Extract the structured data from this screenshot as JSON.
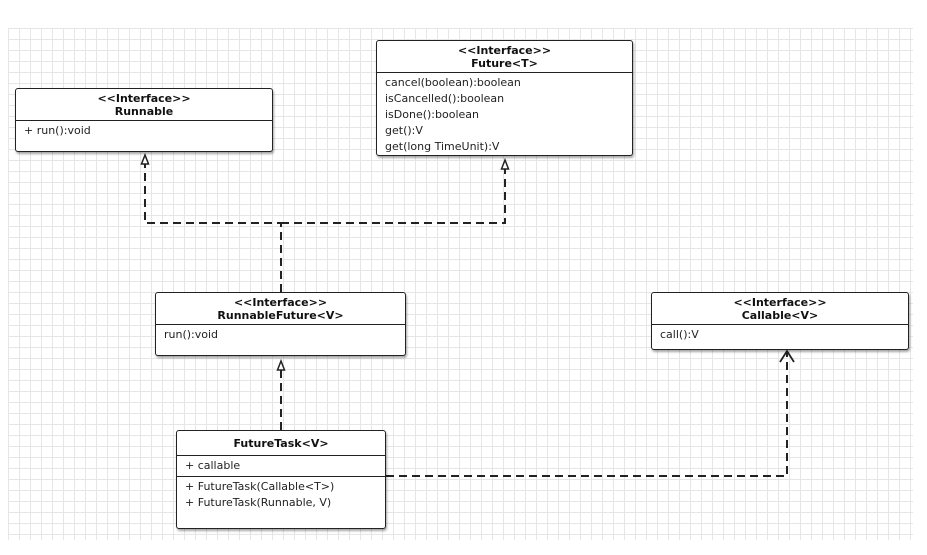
{
  "diagram": {
    "runnable": {
      "stereotype": "<<Interface>>",
      "name": "Runnable",
      "methods": [
        "+ run():void"
      ]
    },
    "future": {
      "stereotype": "<<Interface>>",
      "name": "Future<T>",
      "methods": [
        "cancel(boolean):boolean",
        "isCancelled():boolean",
        "isDone():boolean",
        "get():V",
        "get(long TimeUnit):V"
      ]
    },
    "runnable_future": {
      "stereotype": "<<Interface>>",
      "name": "RunnableFuture<V>",
      "methods": [
        "run():void"
      ]
    },
    "callable": {
      "stereotype": "<<Interface>>",
      "name": "Callable<V>",
      "methods": [
        "call():V"
      ]
    },
    "future_task": {
      "name": "FutureTask<V>",
      "fields": [
        "+ callable"
      ],
      "methods": [
        "+ FutureTask(Callable<T>)",
        "+ FutureTask(Runnable, V)"
      ]
    }
  }
}
